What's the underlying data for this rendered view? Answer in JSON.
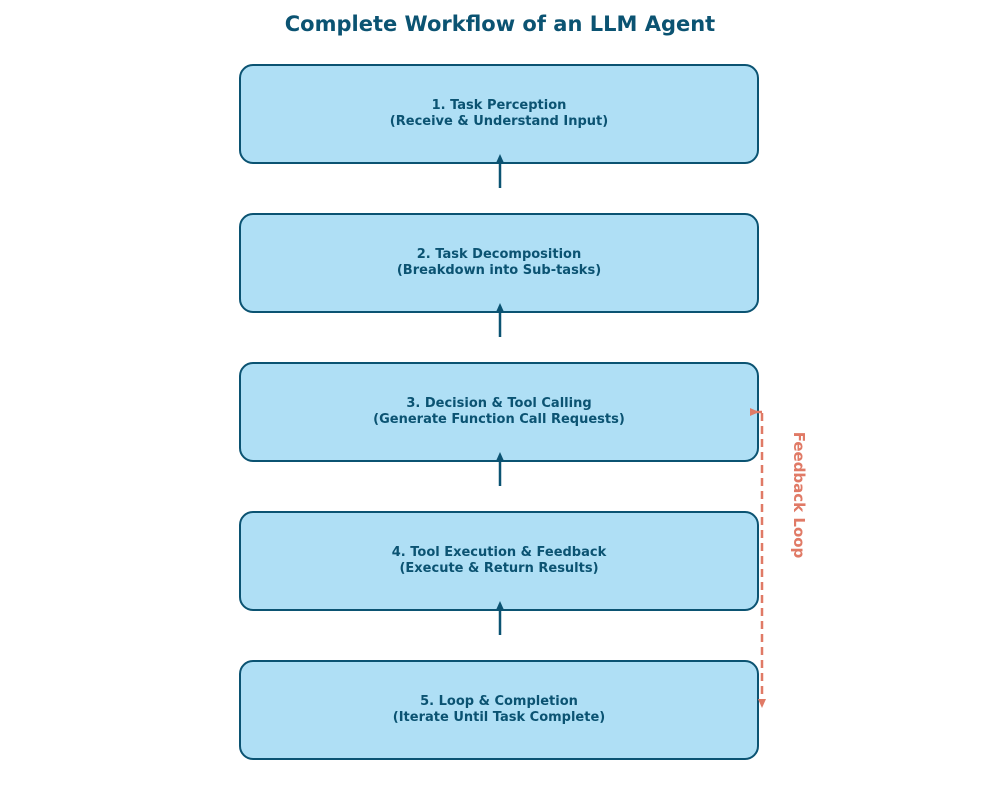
{
  "title": "Complete Workflow of an LLM Agent",
  "colors": {
    "box_fill": "#afdff5",
    "box_border": "#0b5372",
    "text": "#0b5372",
    "arrow": "#0b5372",
    "feedback": "#e07a66"
  },
  "steps": [
    {
      "title": "1. Task Perception",
      "subtitle": "(Receive & Understand Input)"
    },
    {
      "title": "2. Task Decomposition",
      "subtitle": "(Breakdown into Sub-tasks)"
    },
    {
      "title": "3. Decision & Tool Calling",
      "subtitle": "(Generate Function Call Requests)"
    },
    {
      "title": "4. Tool Execution & Feedback",
      "subtitle": "(Execute & Return Results)"
    },
    {
      "title": "5. Loop & Completion",
      "subtitle": "(Iterate Until Task Complete)"
    }
  ],
  "feedback": {
    "label": "Feedback Loop",
    "from_step": 5,
    "to_step": 3
  }
}
